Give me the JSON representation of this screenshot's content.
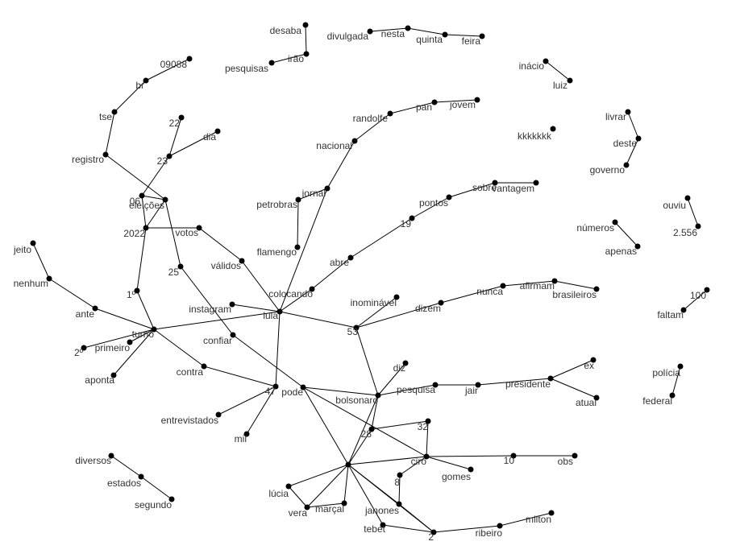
{
  "colors": {
    "edge": "#000000",
    "node": "#000000",
    "label": "#333333",
    "background": "#ffffff"
  },
  "nodes": [
    {
      "id": "desaba",
      "label": "desaba"
    },
    {
      "id": "irao",
      "label": "irão"
    },
    {
      "id": "pesquisas",
      "label": "pesquisas"
    },
    {
      "id": "divulgada",
      "label": "divulgada"
    },
    {
      "id": "nesta",
      "label": "nesta"
    },
    {
      "id": "quinta",
      "label": "quinta"
    },
    {
      "id": "feira",
      "label": "feira"
    },
    {
      "id": "09088",
      "label": "09088"
    },
    {
      "id": "br",
      "label": "br"
    },
    {
      "id": "tse",
      "label": "tse"
    },
    {
      "id": "registro",
      "label": "registro"
    },
    {
      "id": "inacio",
      "label": "inácio"
    },
    {
      "id": "luiz",
      "label": "luiz"
    },
    {
      "id": "jovem",
      "label": "jovem"
    },
    {
      "id": "pan",
      "label": "pan"
    },
    {
      "id": "randolfe",
      "label": "randolfe"
    },
    {
      "id": "nacional",
      "label": "nacional"
    },
    {
      "id": "kkkkkkk",
      "label": "kkkkkkk"
    },
    {
      "id": "22",
      "label": "22"
    },
    {
      "id": "23",
      "label": "23"
    },
    {
      "id": "dia",
      "label": "dia"
    },
    {
      "id": "livrar",
      "label": "livrar"
    },
    {
      "id": "deste",
      "label": "deste"
    },
    {
      "id": "governo",
      "label": "governo"
    },
    {
      "id": "vantagem",
      "label": "vantagem"
    },
    {
      "id": "sobre",
      "label": "sobre"
    },
    {
      "id": "pontos",
      "label": "pontos"
    },
    {
      "id": "19",
      "label": "19"
    },
    {
      "id": "jornal",
      "label": "jornal"
    },
    {
      "id": "petrobras",
      "label": "petrobras"
    },
    {
      "id": "flamengo",
      "label": "flamengo"
    },
    {
      "id": "eleicoes",
      "label": "eleições"
    },
    {
      "id": "06",
      "label": "06"
    },
    {
      "id": "2022",
      "label": "2022"
    },
    {
      "id": "votos",
      "label": "votos"
    },
    {
      "id": "validos",
      "label": "válidos"
    },
    {
      "id": "ouviu",
      "label": "ouviu"
    },
    {
      "id": "2556",
      "label": "2.556"
    },
    {
      "id": "numeros",
      "label": "números"
    },
    {
      "id": "apenas",
      "label": "apenas"
    },
    {
      "id": "jeito",
      "label": "jeito"
    },
    {
      "id": "nenhum",
      "label": "nenhum"
    },
    {
      "id": "ante",
      "label": "ante"
    },
    {
      "id": "25",
      "label": "25"
    },
    {
      "id": "abre",
      "label": "abre"
    },
    {
      "id": "colocando",
      "label": "colocando"
    },
    {
      "id": "lula",
      "label": "lula"
    },
    {
      "id": "instagram",
      "label": "instagram"
    },
    {
      "id": "confiar",
      "label": "confiar"
    },
    {
      "id": "1o",
      "label": "1º"
    },
    {
      "id": "turno",
      "label": "turno"
    },
    {
      "id": "primeiro",
      "label": "primeiro"
    },
    {
      "id": "2o",
      "label": "2º"
    },
    {
      "id": "aponta",
      "label": "aponta"
    },
    {
      "id": "contra",
      "label": "contra"
    },
    {
      "id": "inominavel",
      "label": "inominável"
    },
    {
      "id": "53",
      "label": "53"
    },
    {
      "id": "dizem",
      "label": "dizem"
    },
    {
      "id": "nunca",
      "label": "nunca"
    },
    {
      "id": "afirmam",
      "label": "afirmam"
    },
    {
      "id": "brasileiros",
      "label": "brasileiros"
    },
    {
      "id": "100",
      "label": "100"
    },
    {
      "id": "faltam",
      "label": "faltam"
    },
    {
      "id": "policia",
      "label": "polícia"
    },
    {
      "id": "federal",
      "label": "federal"
    },
    {
      "id": "diz",
      "label": "diz"
    },
    {
      "id": "pesquisa",
      "label": "pesquisa"
    },
    {
      "id": "jair",
      "label": "jair"
    },
    {
      "id": "presidente",
      "label": "presidente"
    },
    {
      "id": "ex",
      "label": "ex"
    },
    {
      "id": "atual",
      "label": "atual"
    },
    {
      "id": "bolsonaro",
      "label": "bolsonaro"
    },
    {
      "id": "pode",
      "label": "pode"
    },
    {
      "id": "47",
      "label": "47"
    },
    {
      "id": "entrevistados",
      "label": "entrevistados"
    },
    {
      "id": "mil",
      "label": "mil"
    },
    {
      "id": "32",
      "label": "32"
    },
    {
      "id": "28",
      "label": "28"
    },
    {
      "id": "ciro",
      "label": "ciro"
    },
    {
      "id": "10",
      "label": "10"
    },
    {
      "id": "obs",
      "label": "obs"
    },
    {
      "id": "gomes",
      "label": "gomes"
    },
    {
      "id": "8",
      "label": "8"
    },
    {
      "id": "hub",
      "label": ""
    },
    {
      "id": "lucia",
      "label": "lúcia"
    },
    {
      "id": "vera",
      "label": "vera"
    },
    {
      "id": "marcal",
      "label": "marçal"
    },
    {
      "id": "janones",
      "label": "janones"
    },
    {
      "id": "tebet",
      "label": "tebet"
    },
    {
      "id": "2",
      "label": "2"
    },
    {
      "id": "ribeiro",
      "label": "ribeiro"
    },
    {
      "id": "milton",
      "label": "milton"
    },
    {
      "id": "diversos",
      "label": "diversos"
    },
    {
      "id": "estados",
      "label": "estados"
    },
    {
      "id": "segundo",
      "label": "segundo"
    }
  ],
  "edges": [
    [
      "desaba",
      "irao"
    ],
    [
      "irao",
      "pesquisas"
    ],
    [
      "divulgada",
      "nesta"
    ],
    [
      "nesta",
      "quinta"
    ],
    [
      "quinta",
      "feira"
    ],
    [
      "09088",
      "br"
    ],
    [
      "br",
      "tse"
    ],
    [
      "tse",
      "registro"
    ],
    [
      "registro",
      "eleicoes"
    ],
    [
      "inacio",
      "luiz"
    ],
    [
      "jovem",
      "pan"
    ],
    [
      "pan",
      "randolfe"
    ],
    [
      "randolfe",
      "nacional"
    ],
    [
      "nacional",
      "jornal"
    ],
    [
      "22",
      "23"
    ],
    [
      "23",
      "dia"
    ],
    [
      "23",
      "06"
    ],
    [
      "livrar",
      "deste"
    ],
    [
      "deste",
      "governo"
    ],
    [
      "vantagem",
      "sobre"
    ],
    [
      "sobre",
      "pontos"
    ],
    [
      "pontos",
      "19"
    ],
    [
      "19",
      "abre"
    ],
    [
      "abre",
      "colocando"
    ],
    [
      "jornal",
      "petrobras"
    ],
    [
      "petrobras",
      "flamengo"
    ],
    [
      "jornal",
      "lula"
    ],
    [
      "eleicoes",
      "06"
    ],
    [
      "eleicoes",
      "2022"
    ],
    [
      "eleicoes",
      "25"
    ],
    [
      "06",
      "2022"
    ],
    [
      "2022",
      "votos"
    ],
    [
      "2022",
      "1o"
    ],
    [
      "votos",
      "validos"
    ],
    [
      "validos",
      "lula"
    ],
    [
      "ouviu",
      "2556"
    ],
    [
      "numeros",
      "apenas"
    ],
    [
      "jeito",
      "nenhum"
    ],
    [
      "nenhum",
      "ante"
    ],
    [
      "ante",
      "turno"
    ],
    [
      "25",
      "confiar"
    ],
    [
      "confiar",
      "pode"
    ],
    [
      "colocando",
      "lula"
    ],
    [
      "lula",
      "instagram"
    ],
    [
      "lula",
      "53"
    ],
    [
      "lula",
      "turno"
    ],
    [
      "lula",
      "47"
    ],
    [
      "1o",
      "turno"
    ],
    [
      "turno",
      "primeiro"
    ],
    [
      "turno",
      "2o"
    ],
    [
      "turno",
      "aponta"
    ],
    [
      "turno",
      "contra"
    ],
    [
      "contra",
      "47"
    ],
    [
      "inominavel",
      "53"
    ],
    [
      "53",
      "dizem"
    ],
    [
      "53",
      "bolsonaro"
    ],
    [
      "dizem",
      "nunca"
    ],
    [
      "nunca",
      "afirmam"
    ],
    [
      "afirmam",
      "brasileiros"
    ],
    [
      "100",
      "faltam"
    ],
    [
      "policia",
      "federal"
    ],
    [
      "diz",
      "bolsonaro"
    ],
    [
      "pesquisa",
      "bolsonaro"
    ],
    [
      "pesquisa",
      "jair"
    ],
    [
      "jair",
      "presidente"
    ],
    [
      "presidente",
      "ex"
    ],
    [
      "presidente",
      "atual"
    ],
    [
      "bolsonaro",
      "pode"
    ],
    [
      "bolsonaro",
      "28"
    ],
    [
      "bolsonaro",
      "hub"
    ],
    [
      "pode",
      "ciro"
    ],
    [
      "pode",
      "hub"
    ],
    [
      "47",
      "entrevistados"
    ],
    [
      "47",
      "mil"
    ],
    [
      "32",
      "28"
    ],
    [
      "32",
      "ciro"
    ],
    [
      "28",
      "hub"
    ],
    [
      "ciro",
      "10"
    ],
    [
      "10",
      "obs"
    ],
    [
      "ciro",
      "gomes"
    ],
    [
      "ciro",
      "8"
    ],
    [
      "ciro",
      "hub"
    ],
    [
      "8",
      "janones"
    ],
    [
      "janones",
      "2"
    ],
    [
      "hub",
      "lucia"
    ],
    [
      "hub",
      "vera"
    ],
    [
      "hub",
      "marcal"
    ],
    [
      "hub",
      "janones"
    ],
    [
      "hub",
      "tebet"
    ],
    [
      "hub",
      "2"
    ],
    [
      "lucia",
      "vera"
    ],
    [
      "vera",
      "marcal"
    ],
    [
      "tebet",
      "2"
    ],
    [
      "2",
      "ribeiro"
    ],
    [
      "ribeiro",
      "milton"
    ],
    [
      "diversos",
      "estados"
    ],
    [
      "estados",
      "segundo"
    ]
  ]
}
